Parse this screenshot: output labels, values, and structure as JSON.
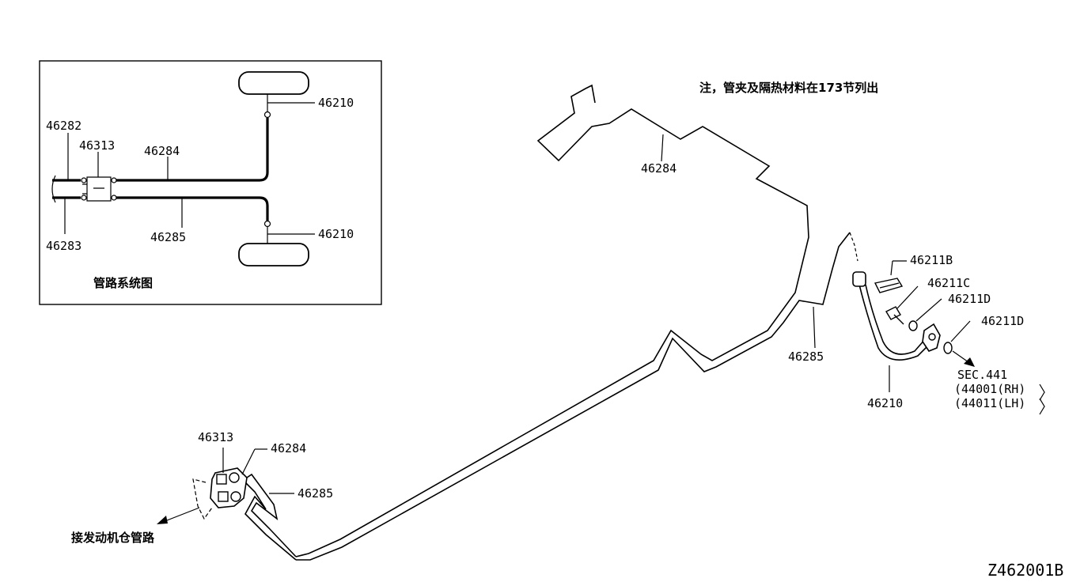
{
  "note": "注，管夹及隔热材料在173节列出",
  "inset": {
    "caption": "管路系统图",
    "labels": {
      "hose_top": "46210",
      "hose_bottom": "46210",
      "tube_upper": "46284",
      "tube_lower": "46285",
      "connector": "46313",
      "front_upper": "46282",
      "front_lower": "46283"
    }
  },
  "main": {
    "tube_upper": "46284",
    "tube_lower": "46285",
    "connector": "46313",
    "connector_tube_upper": "46284",
    "connector_tube_lower": "46285",
    "hose": "46210",
    "bracket": "46211B",
    "bolt": "46211C",
    "washer_a": "46211D",
    "washer_b": "46211D",
    "sec": "SEC.441",
    "sec_rh": "(44001(RH)",
    "sec_lh": "(44011(LH)",
    "engine_note": "接发动机仓管路"
  },
  "diagram_id": "Z462001B"
}
